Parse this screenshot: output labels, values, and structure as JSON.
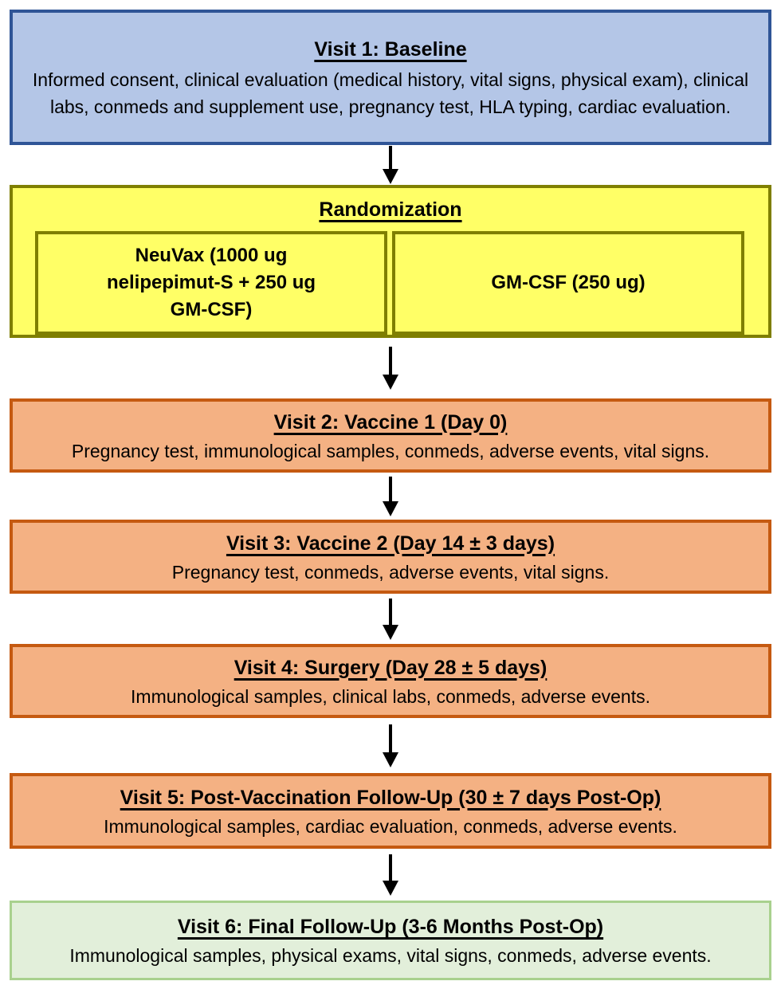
{
  "diagram": {
    "type": "flowchart",
    "arrow_color": "#000000",
    "boxes": {
      "visit1": {
        "title": "Visit 1: Baseline",
        "body": "Informed consent, clinical evaluation (medical history, vital signs, physical exam), clinical labs, conmeds and supplement use, pregnancy test, HLA typing, cardiac evaluation.",
        "fill": "#B4C6E7",
        "border": "#2F5597"
      },
      "randomization": {
        "title": "Randomization",
        "fill": "#FFFF66",
        "border": "#7F7F00",
        "arms": [
          {
            "label": "NeuVax (1000 ug nelipepimut-S + 250 ug GM-CSF)"
          },
          {
            "label": "GM-CSF (250 ug)"
          }
        ]
      },
      "visit2": {
        "title": "Visit 2: Vaccine 1 (Day 0)",
        "body": "Pregnancy test, immunological samples, conmeds, adverse events, vital signs.",
        "fill": "#F4B183",
        "border": "#C55A11"
      },
      "visit3": {
        "title": "Visit 3: Vaccine 2 (Day 14 ± 3 days)",
        "body": "Pregnancy test, conmeds, adverse events, vital signs.",
        "fill": "#F4B183",
        "border": "#C55A11"
      },
      "visit4": {
        "title": "Visit 4: Surgery (Day 28 ± 5 days)",
        "body": "Immunological samples, clinical labs, conmeds, adverse events.",
        "fill": "#F4B183",
        "border": "#C55A11"
      },
      "visit5": {
        "title": "Visit 5: Post-Vaccination Follow-Up (30 ± 7 days Post-Op)",
        "body": "Immunological samples, cardiac evaluation, conmeds, adverse events.",
        "fill": "#F4B183",
        "border": "#C55A11"
      },
      "visit6": {
        "title": "Visit 6: Final Follow-Up (3-6 Months Post-Op)",
        "body": "Immunological samples, physical exams, vital signs, conmeds, adverse events.",
        "fill": "#E2EFDA",
        "border": "#A9D18E"
      }
    }
  }
}
